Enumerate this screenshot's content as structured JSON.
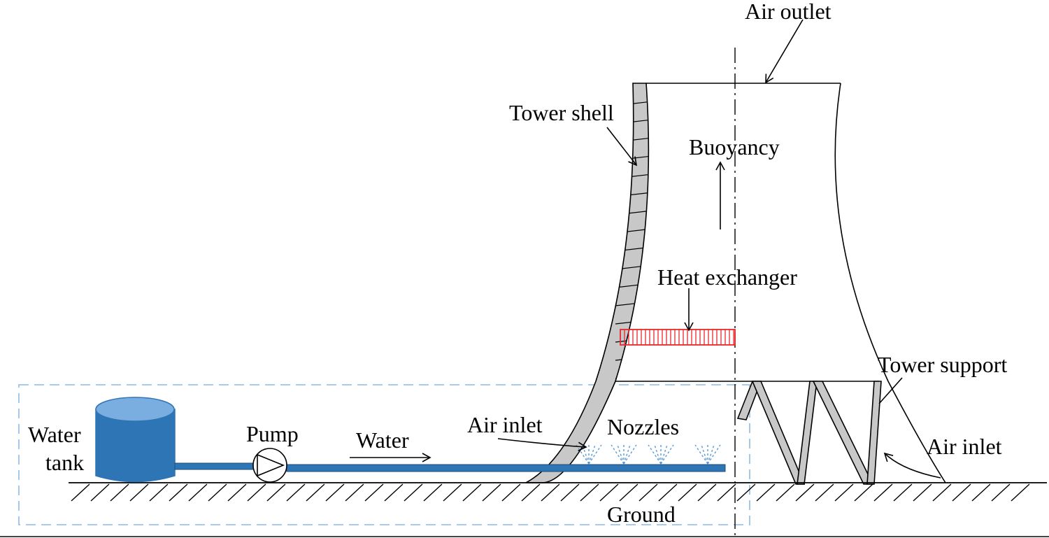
{
  "labels": {
    "air_outlet": "Air outlet",
    "tower_shell": "Tower shell",
    "buoyancy": "Buoyancy",
    "heat_exchanger": "Heat exchanger",
    "tower_support": "Tower support",
    "air_inlet_left": "Air inlet",
    "air_inlet_right": "Air inlet",
    "nozzles": "Nozzles",
    "water": "Water",
    "pump": "Pump",
    "water_tank_line1": "Water",
    "water_tank_line2": "tank",
    "ground": "Ground"
  },
  "colors": {
    "water_blue": "#2e75b6",
    "tank_top": "#7aaee0",
    "heat_exchanger_red": "#e8282c",
    "shell_gray": "#c8c8c8",
    "dashed_box": "#9dc3e6",
    "nozzle_spray": "#5b9bd5"
  },
  "icons": {
    "pump": "pump-icon",
    "tank": "water-tank-icon",
    "nozzle": "nozzle-spray-icon"
  }
}
